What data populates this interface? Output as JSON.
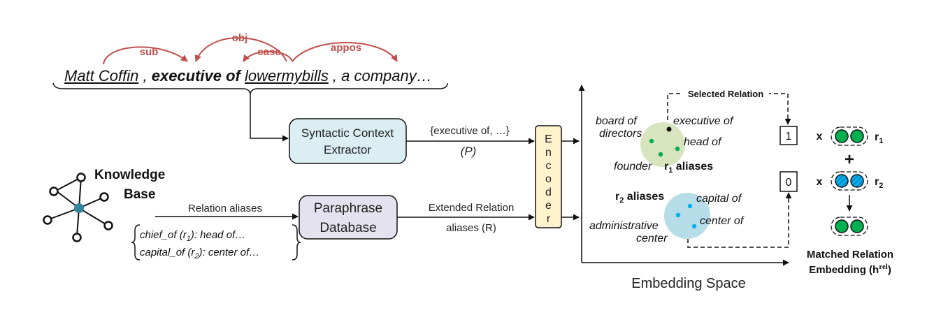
{
  "sentence": {
    "t1": "Matt Coffin",
    "t2": " , ",
    "t3": "executive of",
    "t4": " ",
    "t5": "lowermybills",
    "t6": " , a company…"
  },
  "dependency_labels": {
    "sub": "sub",
    "obj": "obj",
    "case": "case",
    "appos": "appos"
  },
  "knowledge_base": {
    "line1": "Knowledge",
    "line2": "Base"
  },
  "syntactic_extractor": {
    "line1": "Syntactic Context",
    "line2": "Extractor"
  },
  "paraphrase_db": {
    "line1": "Paraphrase",
    "line2": "Database"
  },
  "encoder": {
    "letters": [
      "E",
      "n",
      "c",
      "o",
      "d",
      "e",
      "r"
    ]
  },
  "edges": {
    "extracted_context": "{executive of, …}",
    "P": "(P)",
    "relation_aliases": "Relation aliases",
    "extended_relation_line1": "Extended Relation",
    "extended_relation_line2": "aliases (R)"
  },
  "kb_aliases": {
    "line1_pre": "chief_of (r",
    "line1_sub": "1",
    "line1_post": "): head of…",
    "line2_pre": "capital_of (r",
    "line2_sub": "2",
    "line2_post": "): center of…"
  },
  "embedding": {
    "selected_relation": "Selected Relation",
    "axis_label": "Embedding Space",
    "cluster1": {
      "board_line1": "board of",
      "board_line2": "directors",
      "executive_of": "executive of",
      "head_of": "head of",
      "founder": "founder",
      "aliases_r": "r",
      "aliases_sub": "1",
      "aliases_text": " aliases"
    },
    "cluster2": {
      "aliases_r": "r",
      "aliases_sub": "2",
      "aliases_text": " aliases",
      "capital_of": "capital of",
      "center_of": "center of",
      "admin_line1": "administrative",
      "admin_line2": "center"
    }
  },
  "matching": {
    "score1": "1",
    "score2": "0",
    "times1": "x",
    "times2": "x",
    "plus": "+",
    "r1": "r",
    "r1_sub": "1",
    "r2": "r",
    "r2_sub": "2",
    "result_line1": "Matched Relation",
    "result_line2": "Embedding (h",
    "result_sup": "rel",
    "result_close": ")"
  },
  "colors": {
    "dependency": "#c0504d",
    "kb_center": "#31859c",
    "extractor_fill": "#daeef3",
    "paraphrase_fill": "#e4e2ee",
    "encoder_fill": "#fff2cc",
    "cluster1_fill": "#d7e4bd",
    "cluster2_fill": "#b7dde8",
    "green_dot": "#00b050",
    "blue_dot": "#00b0f0"
  }
}
